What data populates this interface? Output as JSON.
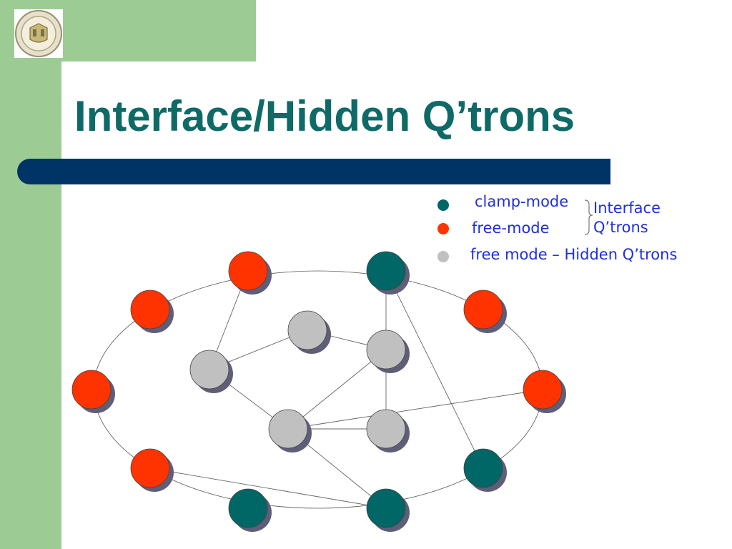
{
  "title": "Interface/Hidden Q’trons",
  "legend": {
    "clamp_mode": "clamp-mode",
    "free_mode": "free-mode",
    "hidden": "free mode – Hidden Q’trons",
    "interface_line1": "Interface",
    "interface_line2": "Q’trons"
  },
  "colors": {
    "clamp": "#006666",
    "free": "#ff3300",
    "hidden": "#c0c0c0",
    "text": "#1f2ee0",
    "title": "#0e6a67",
    "bar": "#003366",
    "green": "#9ccc94"
  },
  "diagram": {
    "nodes": [
      {
        "id": "f1",
        "mode": "free"
      },
      {
        "id": "c1",
        "mode": "clamp"
      },
      {
        "id": "f2",
        "mode": "free"
      },
      {
        "id": "f3",
        "mode": "free"
      },
      {
        "id": "f4",
        "mode": "free"
      },
      {
        "id": "f5",
        "mode": "free"
      },
      {
        "id": "f6",
        "mode": "free"
      },
      {
        "id": "c2",
        "mode": "clamp"
      },
      {
        "id": "c3",
        "mode": "clamp"
      },
      {
        "id": "c4",
        "mode": "clamp"
      },
      {
        "id": "h1",
        "mode": "hidden"
      },
      {
        "id": "h2",
        "mode": "hidden"
      },
      {
        "id": "h3",
        "mode": "hidden"
      },
      {
        "id": "h4",
        "mode": "hidden"
      },
      {
        "id": "h5",
        "mode": "hidden"
      }
    ],
    "edges": [
      [
        "f1",
        "h2"
      ],
      [
        "c1",
        "h3"
      ],
      [
        "c1",
        "c2"
      ],
      [
        "h1",
        "h2"
      ],
      [
        "h1",
        "h3"
      ],
      [
        "h2",
        "h4"
      ],
      [
        "h3",
        "h4"
      ],
      [
        "h3",
        "h5"
      ],
      [
        "h4",
        "h5"
      ],
      [
        "f5",
        "h4"
      ],
      [
        "h4",
        "c4"
      ],
      [
        "f6",
        "c4"
      ]
    ]
  }
}
